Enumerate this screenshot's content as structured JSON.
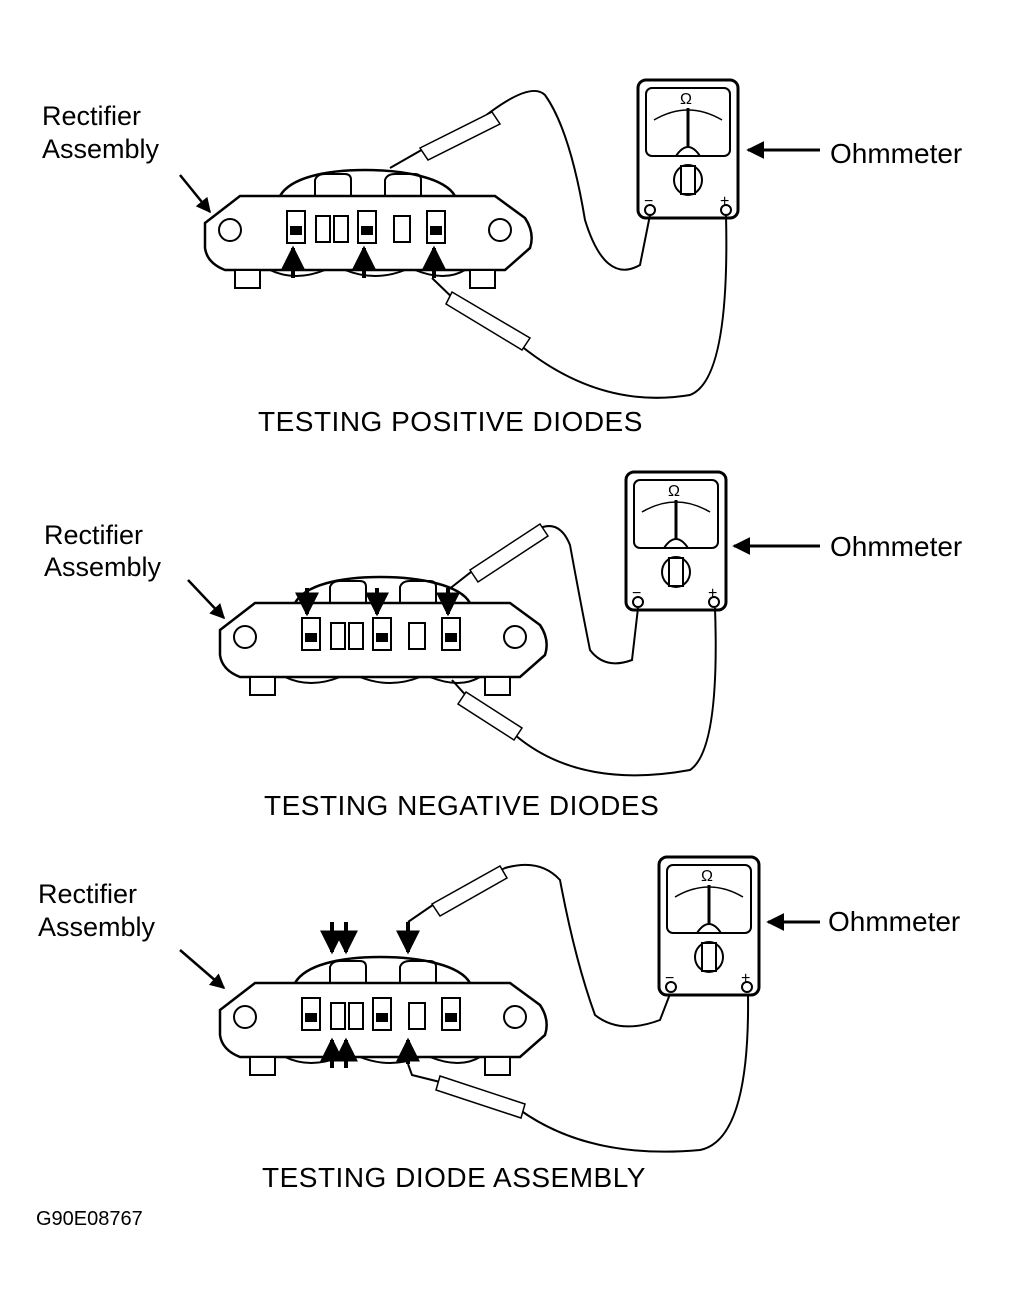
{
  "figure_code": "G90E08767",
  "panels": [
    {
      "caption": "TESTING POSITIVE DIODES",
      "assembly_label_line1": "Rectifier",
      "assembly_label_line2": "Assembly",
      "meter_label": "Ohmmeter",
      "meter_symbol": "Ω",
      "minus": "−",
      "plus": "+",
      "probe_arrows": "from-bottom-on-positive-diodes"
    },
    {
      "caption": "TESTING NEGATIVE DIODES",
      "assembly_label_line1": "Rectifier",
      "assembly_label_line2": "Assembly",
      "meter_label": "Ohmmeter",
      "meter_symbol": "Ω",
      "minus": "−",
      "plus": "+",
      "probe_arrows": "from-top-on-negative-diodes"
    },
    {
      "caption": "TESTING DIODE ASSEMBLY",
      "assembly_label_line1": "Rectifier",
      "assembly_label_line2": "Assembly",
      "meter_label": "Ohmmeter",
      "meter_symbol": "Ω",
      "minus": "−",
      "plus": "+",
      "probe_arrows": "top-and-bottom-terminals"
    }
  ]
}
